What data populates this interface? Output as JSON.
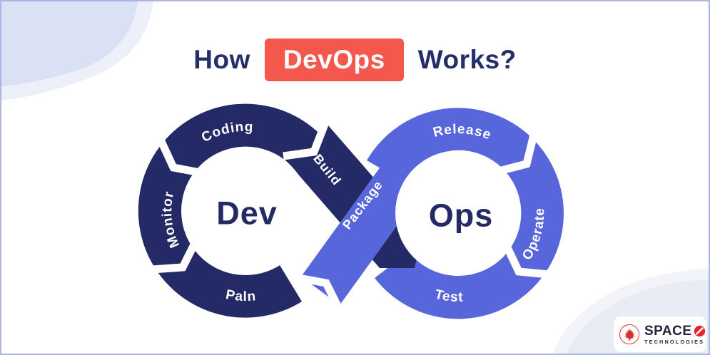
{
  "title": {
    "prefix": "How",
    "highlight": "DevOps",
    "suffix": "Works?"
  },
  "diagram": {
    "left_loop": {
      "center": "Dev",
      "top": "Coding",
      "left": "Monitor",
      "bottom": "Paln",
      "band": "Build"
    },
    "right_loop": {
      "center": "Ops",
      "top": "Release",
      "right": "Operate",
      "bottom": "Test",
      "band": "Package"
    }
  },
  "logo": {
    "brand": "SPACE",
    "brand_o": "Ø",
    "tagline": "TECHNOLOGIES",
    "maple_leaf_icon": "maple-leaf",
    "slashed_o_icon": "slashed-o"
  },
  "colors": {
    "navy": "#232A66",
    "blue": "#5766DA",
    "badge_red": "#F4574C",
    "logo_red": "#DB2C30",
    "border": "#A9B5E2",
    "corner_lavender": "#DBE1F4"
  }
}
